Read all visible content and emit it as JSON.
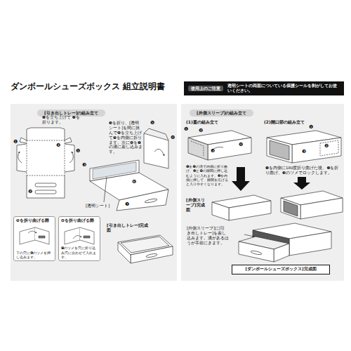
{
  "diagram": {
    "title": "ダンボールシューズボックス 組立説明書",
    "nodes": [
      {
        "text": [
          "使用上のご注意",
          "透明シートの両面についている保護シールを剥がしてお使いください。"
        ]
      },
      {
        "text": [
          "[引き出しトレー]の組み立て"
        ]
      },
      {
        "text": [
          "❺を折り曲げる際",
          "下の穴に❻のツメを押し込みます。"
        ],
        "in": 1
      },
      {
        "text": [
          "❻を折り曲げる際",
          "❼のツメを穴に折り込み穴に合わせて入れます。"
        ],
        "in": 1
      },
      {
        "text": [
          "[外側スリーブ]の組み立て"
        ]
      },
      {
        "text": [
          "[ダンボールシューズボックス]完成図"
        ],
        "in": 4
      }
    ],
    "labels": [
      "❶を立ち上げて ❷を折ります。",
      "❸を折り、[透明シート]を間に挟んで❹を立ち上げて❺を内側に折ります。次に❻を❼の溝に差し込みます。",
      "[透明シート]",
      "[引き出しトレー]完成図",
      "(1)蓋の組み立て",
      "❶を❷の溝で内側に折り曲げ、❸と❹の隙間に押し込むように入れます。❸を内側に押して、隙間を広げると入りやすくなります。",
      "(2)開口部の組み立て",
      "❶を内側に180度折り曲げた後、❷を折り曲げ、❸のツメでロックします。",
      "[外側スリーブ]完成図",
      "[外側スリーブ]に[引き出しトレー]を差し込みます。溝があるほうが手前にきます。",
      "❶",
      "❷",
      "❶",
      "❷",
      "❸",
      "❹",
      "❺",
      "❻",
      "❼",
      "❶",
      "❷",
      "❸",
      "❹",
      "❶",
      "❷",
      "❸"
    ]
  }
}
